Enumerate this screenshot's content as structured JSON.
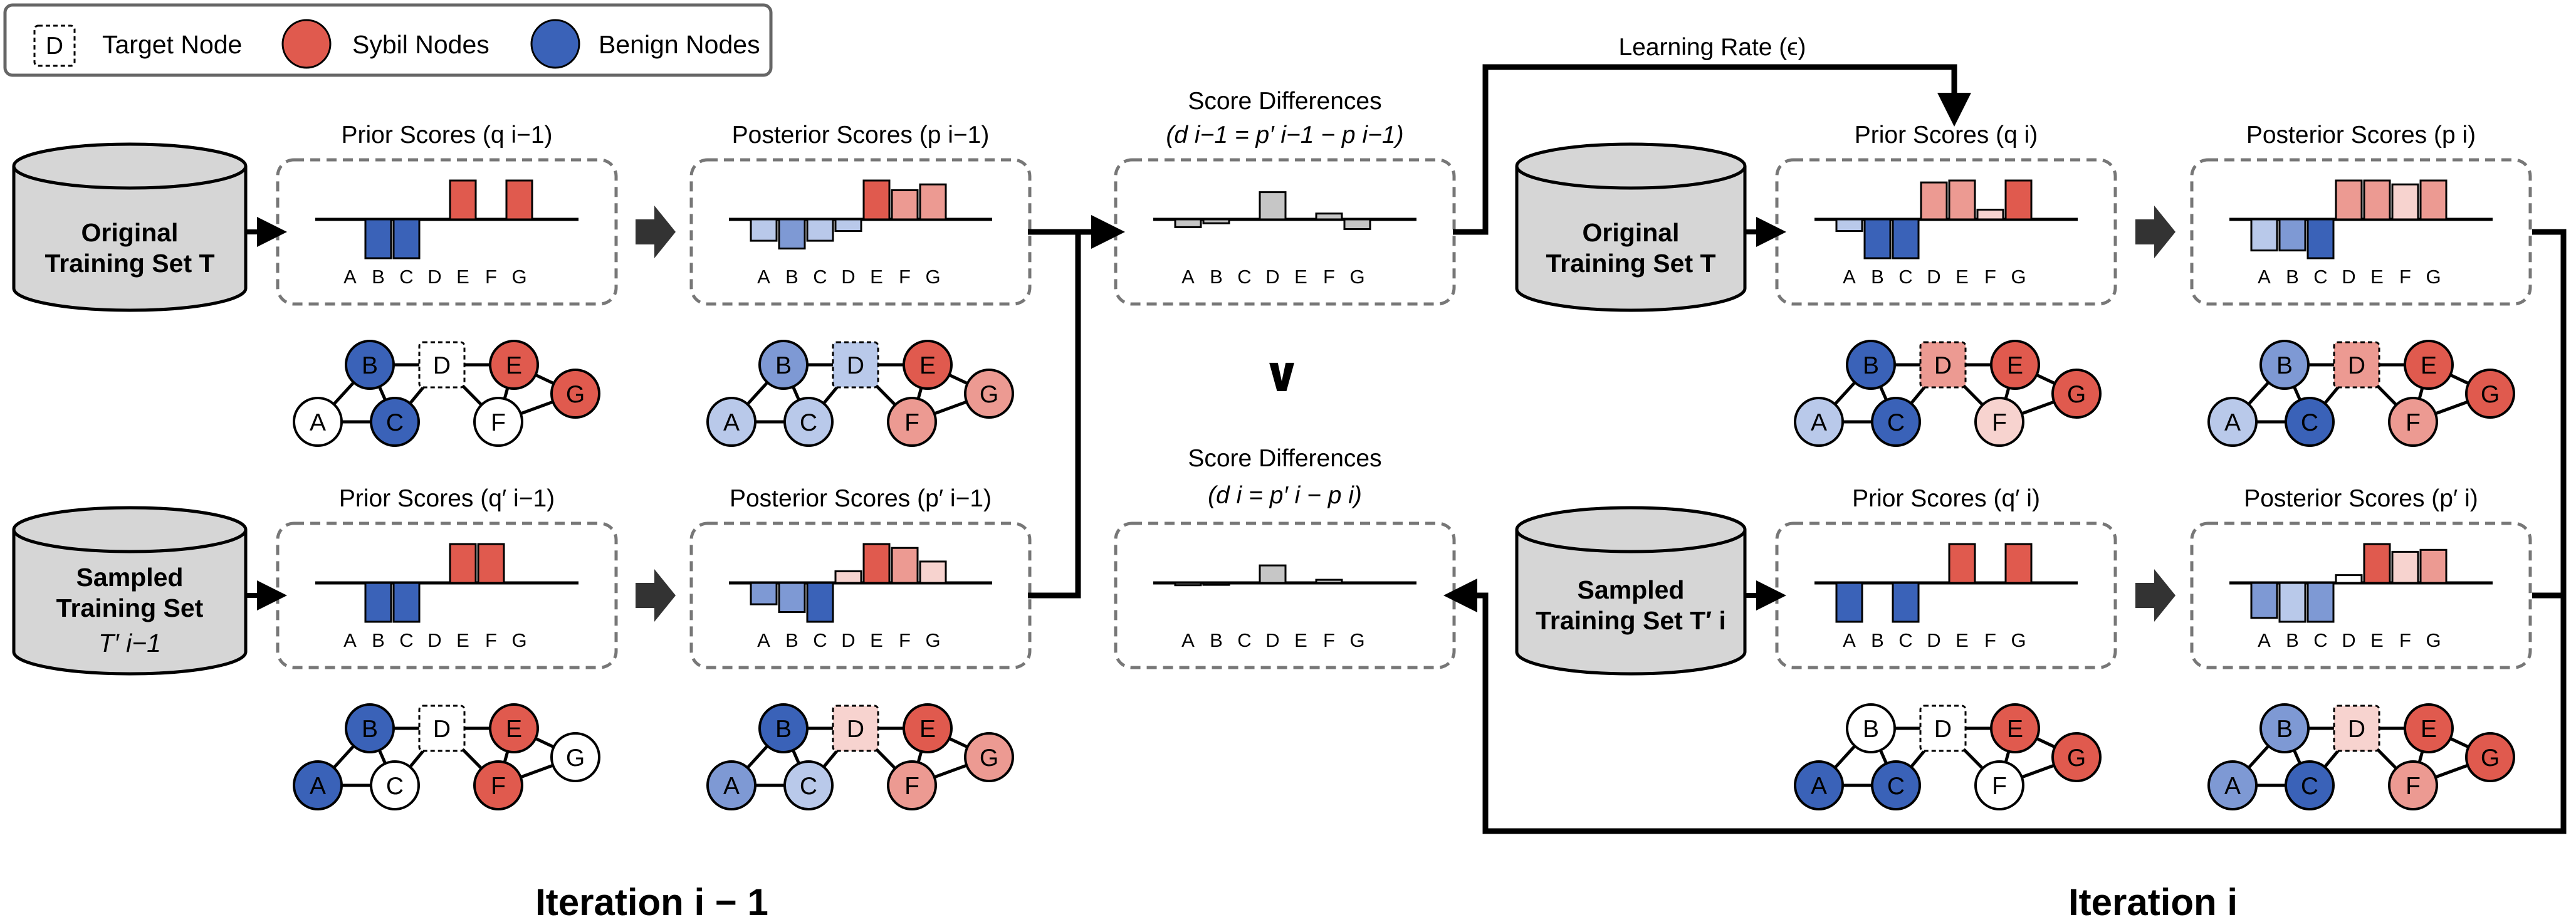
{
  "legend": {
    "target_letter": "D",
    "target_label": "Target Node",
    "sybil_label": "Sybil Nodes",
    "benign_label": "Benign Nodes"
  },
  "colors": {
    "sybil": "#e05a4e",
    "sybil_light": "#ec9a92",
    "sybil_pale": "#f7d3cf",
    "benign": "#3a62b8",
    "benign_light": "#7e99d4",
    "benign_pale": "#b9c9ea",
    "white": "#ffffff",
    "diff": "#c6c6c6",
    "db_fill": "#d6d6d6"
  },
  "learning_rate_label": "Learning Rate (ϵ)",
  "comparison_symbol": "∨",
  "iterations": [
    "Iteration i − 1",
    "Iteration i"
  ],
  "databases": [
    {
      "id": "orig-prev",
      "lines": [
        "Original",
        "Training Set T"
      ]
    },
    {
      "id": "samp-prev",
      "lines": [
        "Sampled",
        "Training Set",
        "T′ i−1"
      ]
    },
    {
      "id": "orig-cur",
      "lines": [
        "Original",
        "Training Set T"
      ]
    },
    {
      "id": "samp-cur",
      "lines": [
        "Sampled",
        "Training Set T′ i"
      ]
    }
  ],
  "axis_letters": [
    "A",
    "B",
    "C",
    "D",
    "E",
    "F",
    "G"
  ],
  "chart_data": [
    {
      "id": "prior-prev",
      "type": "bar",
      "title": "Prior Scores (q i−1)",
      "categories": [
        "A",
        "B",
        "C",
        "D",
        "E",
        "F",
        "G"
      ],
      "values": [
        0,
        -1,
        -1,
        0,
        1,
        0,
        1
      ],
      "colors": [
        "",
        "benign",
        "benign",
        "",
        "sybil",
        "",
        "sybil"
      ]
    },
    {
      "id": "post-prev",
      "type": "bar",
      "title": "Posterior Scores (p i−1)",
      "categories": [
        "A",
        "B",
        "C",
        "D",
        "E",
        "F",
        "G"
      ],
      "values": [
        -0.55,
        -0.75,
        -0.55,
        -0.3,
        1,
        0.75,
        0.9
      ],
      "colors": [
        "benign_pale",
        "benign_light",
        "benign_pale",
        "benign_pale",
        "sybil",
        "sybil_light",
        "sybil_light"
      ]
    },
    {
      "id": "prior-samp-prev",
      "type": "bar",
      "title": "Prior Scores (q′ i−1)",
      "categories": [
        "A",
        "B",
        "C",
        "D",
        "E",
        "F",
        "G"
      ],
      "values": [
        0,
        -1,
        -1,
        0,
        1,
        1,
        0
      ],
      "colors": [
        "",
        "benign",
        "benign",
        "",
        "sybil",
        "sybil",
        ""
      ]
    },
    {
      "id": "post-samp-prev",
      "type": "bar",
      "title": "Posterior Scores (p′ i−1)",
      "categories": [
        "A",
        "B",
        "C",
        "D",
        "E",
        "F",
        "G"
      ],
      "values": [
        -0.55,
        -0.75,
        -1,
        0.3,
        1,
        0.9,
        0.55
      ],
      "colors": [
        "benign_light",
        "benign_light",
        "benign",
        "sybil_pale",
        "sybil",
        "sybil_light",
        "sybil_pale"
      ]
    },
    {
      "id": "diff-prev",
      "type": "bar",
      "title": "Score Differences",
      "subtitle": "(d i−1 = p′ i−1 − p i−1)",
      "categories": [
        "A",
        "B",
        "C",
        "D",
        "E",
        "F",
        "G"
      ],
      "values": [
        -0.2,
        -0.1,
        0,
        0.7,
        0,
        0.15,
        -0.25
      ],
      "colors": [
        "diff",
        "diff",
        "",
        "diff",
        "",
        "diff",
        "diff"
      ]
    },
    {
      "id": "diff-cur",
      "type": "bar",
      "title": "Score Differences",
      "subtitle": "(d i = p′ i − p i)",
      "categories": [
        "A",
        "B",
        "C",
        "D",
        "E",
        "F",
        "G"
      ],
      "values": [
        -0.06,
        -0.05,
        0,
        0.45,
        0,
        0.08,
        0
      ],
      "colors": [
        "diff",
        "diff",
        "",
        "diff",
        "",
        "diff",
        ""
      ]
    },
    {
      "id": "prior-cur",
      "type": "bar",
      "title": "Prior Scores (q i)",
      "categories": [
        "A",
        "B",
        "C",
        "D",
        "E",
        "F",
        "G"
      ],
      "values": [
        -0.3,
        -1,
        -1,
        0.95,
        1,
        0.25,
        1
      ],
      "colors": [
        "benign_pale",
        "benign",
        "benign",
        "sybil_light",
        "sybil_light",
        "sybil_pale",
        "sybil"
      ]
    },
    {
      "id": "post-cur",
      "type": "bar",
      "title": "Posterior Scores (p i)",
      "categories": [
        "A",
        "B",
        "C",
        "D",
        "E",
        "F",
        "G"
      ],
      "values": [
        -0.8,
        -0.8,
        -1,
        1,
        1,
        0.9,
        1
      ],
      "colors": [
        "benign_pale",
        "benign_light",
        "benign",
        "sybil_light",
        "sybil_light",
        "sybil_pale",
        "sybil_light"
      ]
    },
    {
      "id": "prior-samp-cur",
      "type": "bar",
      "title": "Prior Scores (q′ i)",
      "categories": [
        "A",
        "B",
        "C",
        "D",
        "E",
        "F",
        "G"
      ],
      "values": [
        -1,
        0,
        -1,
        0,
        1,
        0,
        1
      ],
      "colors": [
        "benign",
        "",
        "benign",
        "",
        "sybil",
        "",
        "sybil"
      ]
    },
    {
      "id": "post-samp-cur",
      "type": "bar",
      "title": "Posterior Scores (p′ i)",
      "categories": [
        "A",
        "B",
        "C",
        "D",
        "E",
        "F",
        "G"
      ],
      "values": [
        -0.9,
        -1,
        -1,
        0.2,
        1,
        0.8,
        0.85
      ],
      "colors": [
        "benign_light",
        "benign_pale",
        "benign_light",
        "white",
        "sybil",
        "sybil_pale",
        "sybil_light"
      ]
    }
  ],
  "graphs": [
    {
      "id": "graph-orig-prev",
      "nodes": {
        "A": "white",
        "B": "benign",
        "C": "benign",
        "D": "white",
        "E": "sybil",
        "F": "white",
        "G": "sybil"
      }
    },
    {
      "id": "graph-post-prev",
      "nodes": {
        "A": "benign_pale",
        "B": "benign_light",
        "C": "benign_pale",
        "D": "benign_pale",
        "E": "sybil",
        "F": "sybil_light",
        "G": "sybil_light"
      }
    },
    {
      "id": "graph-samp-prev",
      "nodes": {
        "A": "benign",
        "B": "benign",
        "C": "white",
        "D": "white",
        "E": "sybil",
        "F": "sybil",
        "G": "white"
      }
    },
    {
      "id": "graph-postsamp-prev",
      "nodes": {
        "A": "benign_light",
        "B": "benign",
        "C": "benign_pale",
        "D": "sybil_pale",
        "E": "sybil",
        "F": "sybil_light",
        "G": "sybil_light"
      }
    },
    {
      "id": "graph-orig-cur",
      "nodes": {
        "A": "benign_pale",
        "B": "benign",
        "C": "benign",
        "D": "sybil_light",
        "E": "sybil",
        "F": "sybil_pale",
        "G": "sybil"
      }
    },
    {
      "id": "graph-post-cur",
      "nodes": {
        "A": "benign_pale",
        "B": "benign_light",
        "C": "benign",
        "D": "sybil_light",
        "E": "sybil",
        "F": "sybil_light",
        "G": "sybil"
      }
    },
    {
      "id": "graph-samp-cur",
      "nodes": {
        "A": "benign",
        "B": "white",
        "C": "benign",
        "D": "white",
        "E": "sybil",
        "F": "white",
        "G": "sybil"
      }
    },
    {
      "id": "graph-postsamp-cur",
      "nodes": {
        "A": "benign_light",
        "B": "benign_light",
        "C": "benign",
        "D": "sybil_pale",
        "E": "sybil",
        "F": "sybil_light",
        "G": "sybil"
      }
    }
  ]
}
